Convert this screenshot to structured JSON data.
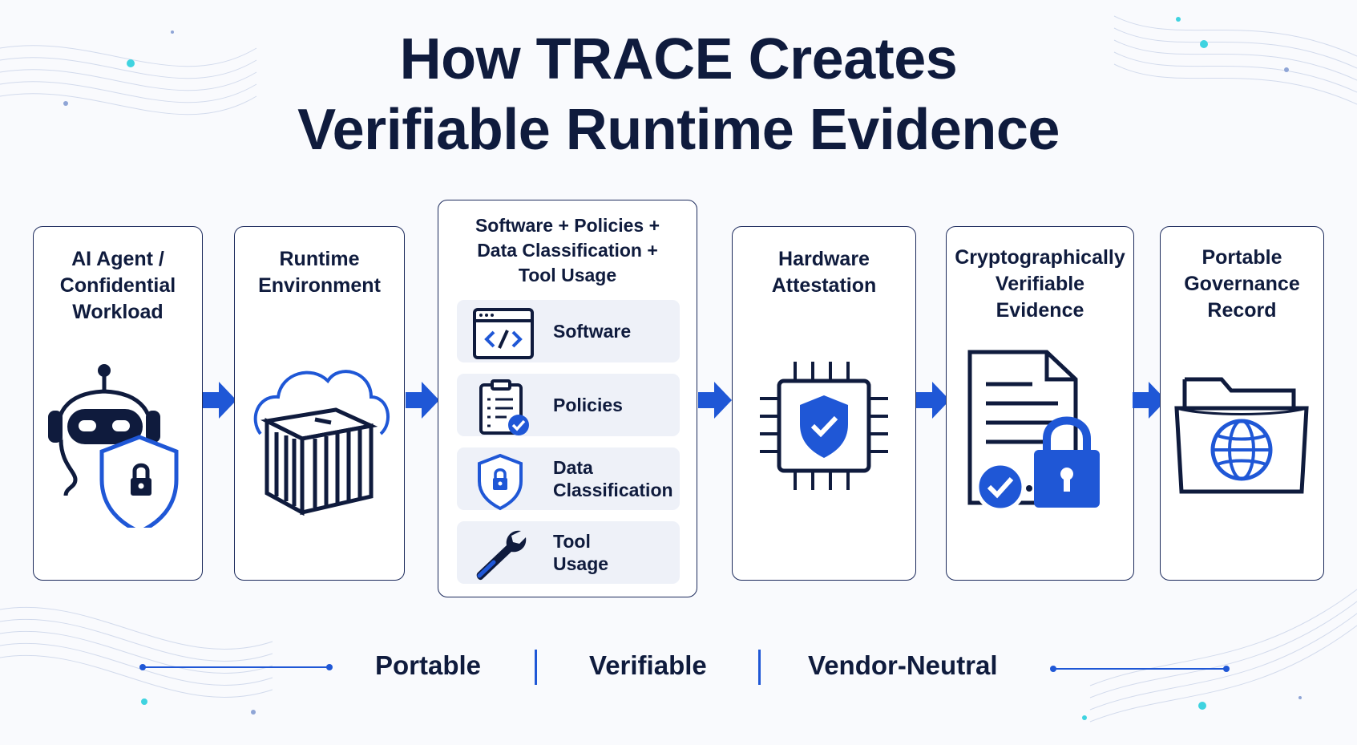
{
  "title": {
    "line1": "How TRACE Creates",
    "line2": "Verifiable Runtime Evidence"
  },
  "colors": {
    "navy": "#0f1b3d",
    "accent": "#1f57d6",
    "panel": "#eef1f8",
    "teal": "#3fd3e0"
  },
  "steps": [
    {
      "lines": [
        "AI Agent /",
        "Confidential",
        "Workload"
      ],
      "icon": "robot-shield-lock-icon"
    },
    {
      "lines": [
        "Runtime",
        "Environment"
      ],
      "icon": "cloud-container-icon"
    },
    {
      "lines": [
        "Software + Policies +",
        "Data Classification +",
        "Tool Usage"
      ],
      "items": [
        {
          "lines": [
            "Software"
          ],
          "icon": "code-window-icon"
        },
        {
          "lines": [
            "Policies"
          ],
          "icon": "clipboard-check-icon"
        },
        {
          "lines": [
            "Data",
            "Classification"
          ],
          "icon": "shield-lock-icon"
        },
        {
          "lines": [
            "Tool",
            "Usage"
          ],
          "icon": "wrench-icon"
        }
      ]
    },
    {
      "lines": [
        "Hardware",
        "Attestation"
      ],
      "icon": "chip-shield-icon"
    },
    {
      "lines": [
        "Cryptographically",
        "Verifiable",
        "Evidence"
      ],
      "icon": "document-lock-check-icon"
    },
    {
      "lines": [
        "Portable",
        "Governance",
        "Record"
      ],
      "icon": "folder-globe-icon"
    }
  ],
  "footer": [
    "Portable",
    "Verifiable",
    "Vendor-Neutral"
  ]
}
